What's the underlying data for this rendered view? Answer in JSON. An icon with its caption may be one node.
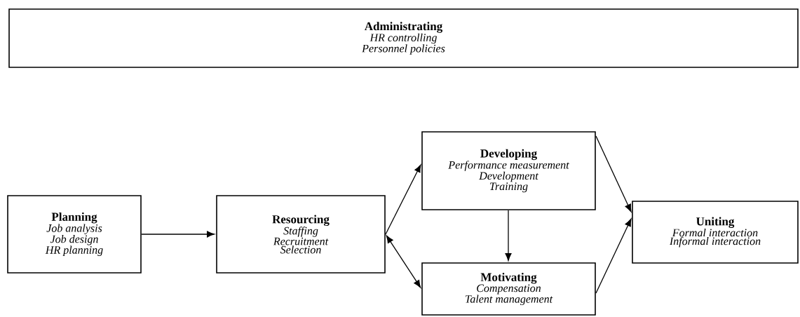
{
  "diagram": {
    "nodes": [
      {
        "text": [
          "Administrating",
          "HR controlling",
          "Personnel policies"
        ]
      },
      {
        "text": [
          "Planning",
          "Job analysis",
          "Job design",
          "HR planning"
        ]
      },
      {
        "text": [
          "Resourcing",
          "Staffing",
          "Recruitment",
          "Selection"
        ]
      },
      {
        "text": [
          "Developing",
          "Performance measurement",
          "Development",
          "Training"
        ]
      },
      {
        "text": [
          "Motivating",
          "Compensation",
          "Talent management"
        ]
      },
      {
        "text": [
          "Uniting",
          "Formal interaction",
          "Informal interaction"
        ]
      }
    ],
    "edges": [
      {
        "from": 1,
        "to": 2,
        "arrow": "to"
      },
      {
        "from": 2,
        "to": 3,
        "arrow": "to"
      },
      {
        "from": 2,
        "to": 4,
        "arrow": "both"
      },
      {
        "from": 3,
        "to": 4,
        "arrow": "to"
      },
      {
        "from": 3,
        "to": 5,
        "arrow": "to"
      },
      {
        "from": 4,
        "to": 5,
        "arrow": "to"
      }
    ]
  }
}
